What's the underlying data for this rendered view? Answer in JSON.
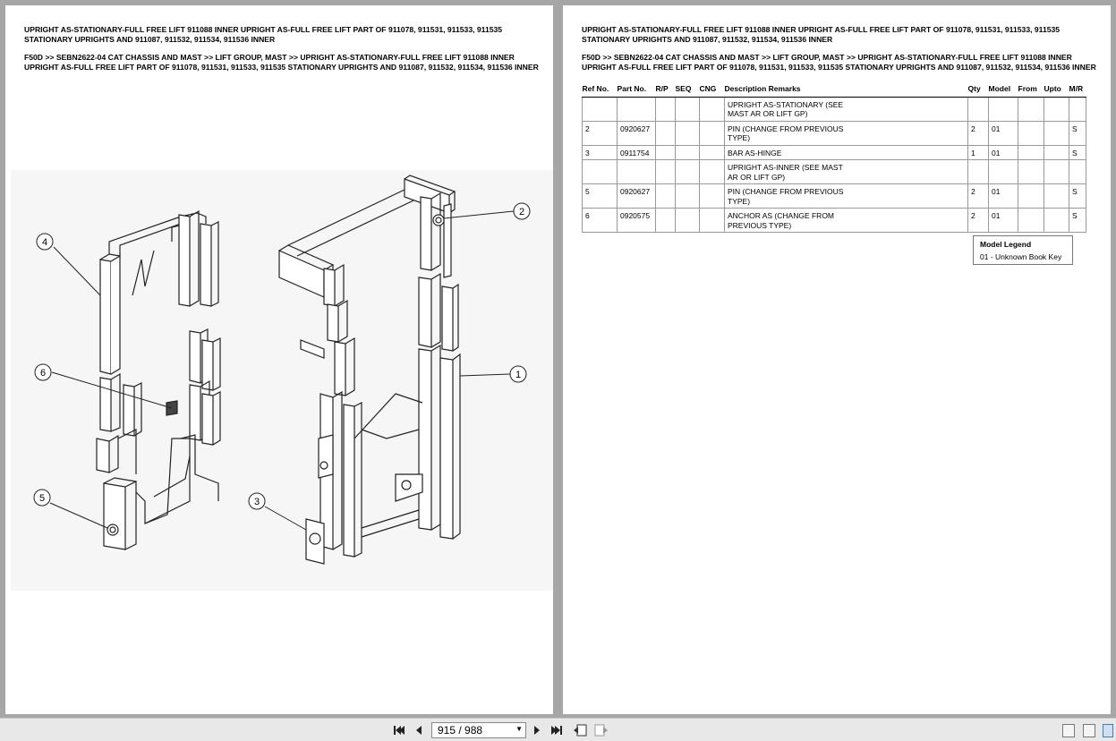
{
  "left_page": {
    "title": "UPRIGHT AS-STATIONARY-FULL FREE LIFT 911088 INNER UPRIGHT AS-FULL FREE LIFT PART OF 911078, 911531, 911533, 911535 STATIONARY UPRIGHTS AND 911087, 911532, 911534, 911536 INNER",
    "breadcrumb": "F50D >> SEBN2622-04 CAT CHASSIS AND MAST >> LIFT GROUP, MAST >> UPRIGHT AS-STATIONARY-FULL FREE LIFT 911088 INNER UPRIGHT AS-FULL FREE LIFT PART OF 911078, 911531, 911533, 911535 STATIONARY UPRIGHTS AND 911087, 911532, 911534, 911536 INNER",
    "callouts": [
      "1",
      "2",
      "3",
      "4",
      "5",
      "6"
    ]
  },
  "right_page": {
    "title": "UPRIGHT AS-STATIONARY-FULL FREE LIFT 911088 INNER UPRIGHT AS-FULL FREE LIFT PART OF 911078, 911531, 911533, 911535 STATIONARY UPRIGHTS AND 911087, 911532, 911534, 911536 INNER",
    "breadcrumb": "F50D >> SEBN2622-04 CAT CHASSIS AND MAST >> LIFT GROUP, MAST >> UPRIGHT AS-STATIONARY-FULL FREE LIFT 911088 INNER UPRIGHT AS-FULL FREE LIFT PART OF 911078, 911531, 911533, 911535 STATIONARY UPRIGHTS AND 911087, 911532, 911534, 911536 INNER",
    "table": {
      "headers": [
        "Ref No.",
        "Part No.",
        "R/P",
        "SEQ",
        "CNG",
        "Description Remarks",
        "Qty",
        "Model",
        "From",
        "Upto",
        "M/R"
      ],
      "rows": [
        [
          "",
          "",
          "",
          "",
          "",
          "UPRIGHT AS-STATIONARY (SEE MAST AR OR LIFT GP)",
          "",
          "",
          "",
          "",
          ""
        ],
        [
          "2",
          "0920627",
          "",
          "",
          "",
          "PIN (CHANGE FROM PREVIOUS TYPE)",
          "2",
          "01",
          "",
          "",
          "S"
        ],
        [
          "3",
          "0911754",
          "",
          "",
          "",
          "BAR AS-HINGE",
          "1",
          "01",
          "",
          "",
          "S"
        ],
        [
          "",
          "",
          "",
          "",
          "",
          "UPRIGHT AS-INNER (SEE MAST AR OR LIFT GP)",
          "",
          "",
          "",
          "",
          ""
        ],
        [
          "5",
          "0920627",
          "",
          "",
          "",
          "PIN (CHANGE FROM PREVIOUS TYPE)",
          "2",
          "01",
          "",
          "",
          "S"
        ],
        [
          "6",
          "0920575",
          "",
          "",
          "",
          "ANCHOR AS (CHANGE FROM PREVIOUS TYPE)",
          "2",
          "01",
          "",
          "",
          "S"
        ]
      ]
    },
    "legend": {
      "title": "Model Legend",
      "entry": "01 - Unknown Book Key"
    }
  },
  "toolbar": {
    "page_indicator": "915 / 988"
  }
}
